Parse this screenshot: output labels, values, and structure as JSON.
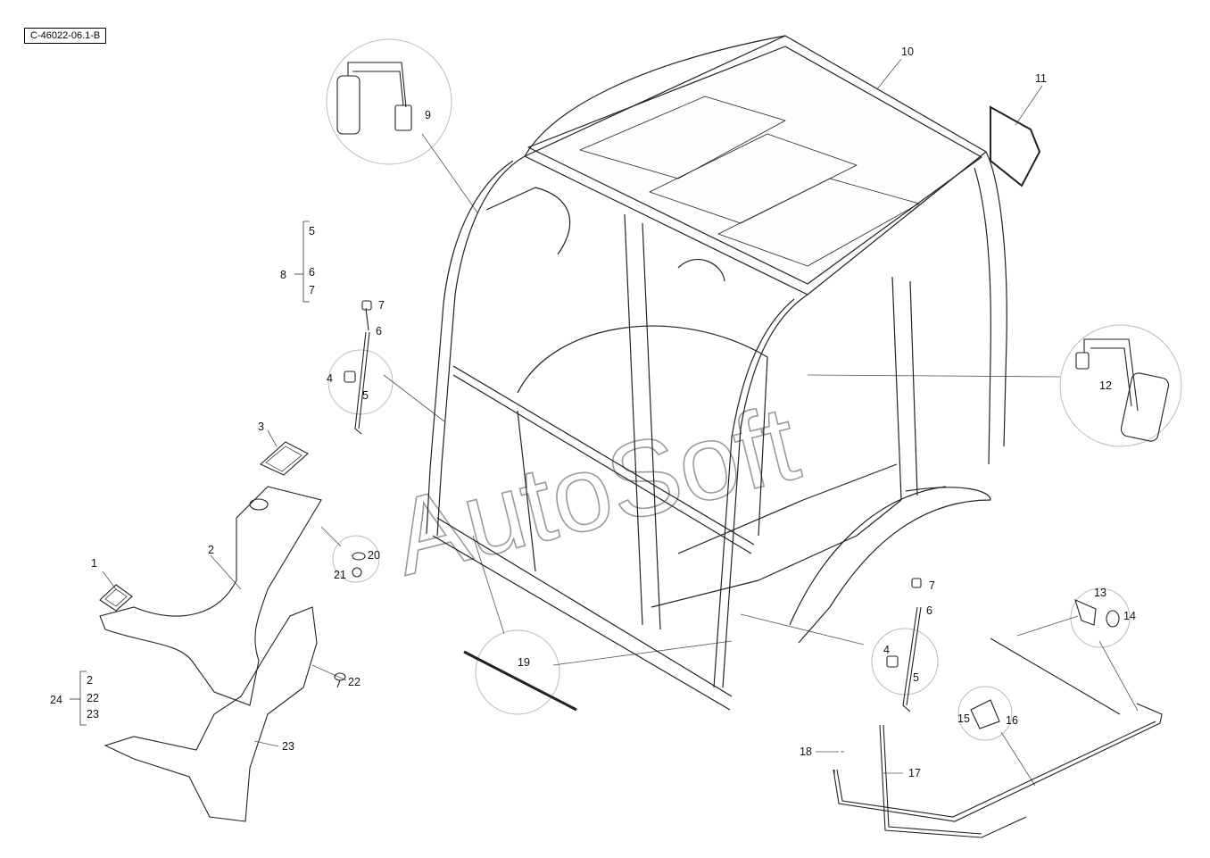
{
  "drawing_ref": "C-46022-06.1-B",
  "watermark": "AutoSoft",
  "callouts": [
    {
      "id": "c1",
      "text": "1"
    },
    {
      "id": "c2a",
      "text": "2"
    },
    {
      "id": "c3",
      "text": "3"
    },
    {
      "id": "c4a",
      "text": "4"
    },
    {
      "id": "c5a",
      "text": "5"
    },
    {
      "id": "c6a",
      "text": "6"
    },
    {
      "id": "c7a",
      "text": "7"
    },
    {
      "id": "c4b",
      "text": "4"
    },
    {
      "id": "c5b",
      "text": "5"
    },
    {
      "id": "c6b",
      "text": "6"
    },
    {
      "id": "c7b",
      "text": "7"
    },
    {
      "id": "c9",
      "text": "9"
    },
    {
      "id": "c10",
      "text": "10"
    },
    {
      "id": "c11",
      "text": "11"
    },
    {
      "id": "c12",
      "text": "12"
    },
    {
      "id": "c13",
      "text": "13"
    },
    {
      "id": "c14",
      "text": "14"
    },
    {
      "id": "c15",
      "text": "15"
    },
    {
      "id": "c16",
      "text": "16"
    },
    {
      "id": "c17",
      "text": "17"
    },
    {
      "id": "c18",
      "text": "18"
    },
    {
      "id": "c19",
      "text": "19"
    },
    {
      "id": "c20",
      "text": "20"
    },
    {
      "id": "c21",
      "text": "21"
    },
    {
      "id": "c22",
      "text": "22"
    },
    {
      "id": "c23",
      "text": "23"
    }
  ],
  "groups": [
    {
      "parent": "8",
      "children": [
        "5",
        "6",
        "7"
      ]
    },
    {
      "parent": "24",
      "children": [
        "2",
        "22",
        "23"
      ]
    }
  ]
}
